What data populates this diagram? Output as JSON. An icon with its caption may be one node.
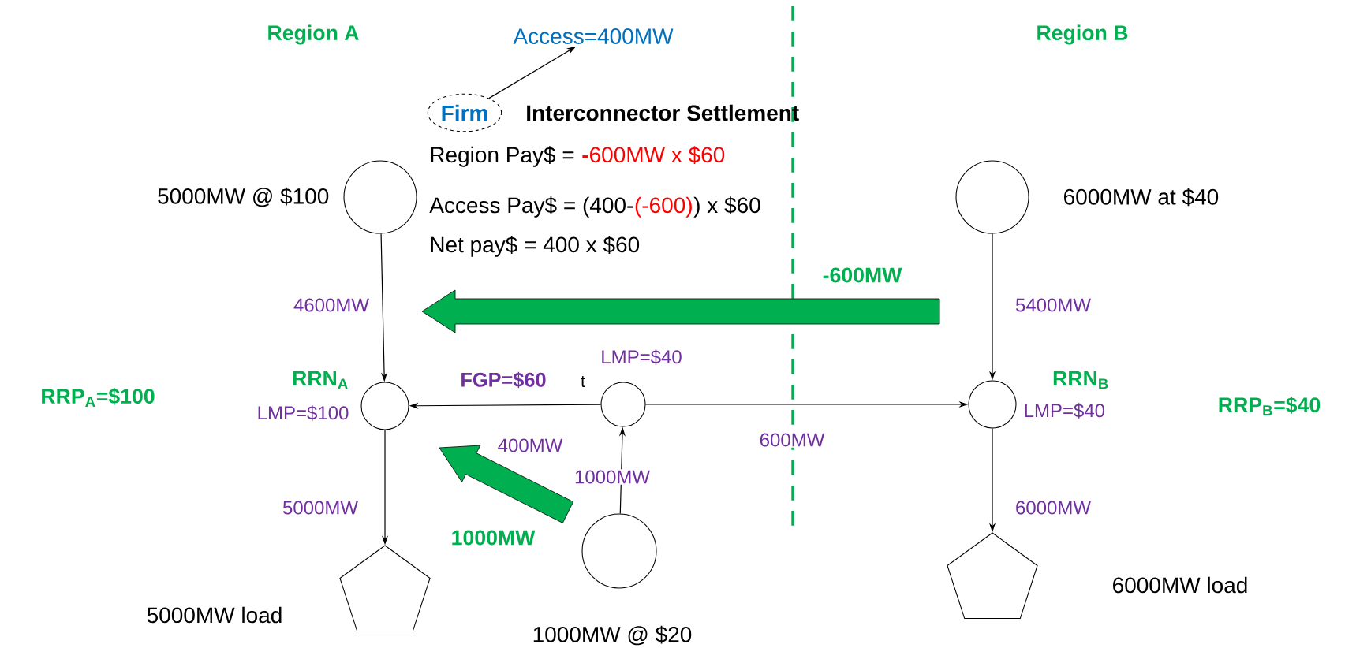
{
  "diagram": {
    "nodes": [
      {
        "text": [],
        "shape": "circle",
        "beside": [
          "5000MW @ $100"
        ]
      },
      {
        "text": [],
        "shape": "circle",
        "beside": [
          "6000MW at $40"
        ]
      },
      {
        "text": [],
        "shape": "circle",
        "beside": [
          "RRN$_{A}$",
          "LMP=$100"
        ]
      },
      {
        "text": [],
        "shape": "circle",
        "beside": [
          "LMP=$40"
        ]
      },
      {
        "text": [],
        "shape": "circle",
        "beside": [
          "RRN$_{B}$",
          "LMP=$40"
        ]
      },
      {
        "text": [],
        "shape": "circle",
        "beside": [
          "1000MW @ $20"
        ]
      },
      {
        "text": [],
        "shape": "pentagon",
        "beside": [
          "5000MW load"
        ]
      },
      {
        "text": [],
        "shape": "pentagon",
        "beside": [
          "6000MW load"
        ]
      },
      {
        "text": [
          "Firm"
        ]
      },
      {
        "text": [
          "Access=400MW"
        ]
      }
    ],
    "edges": [
      {
        "from": 0,
        "to": 2,
        "arrow": "to",
        "label": "4600MW"
      },
      {
        "from": 1,
        "to": 4,
        "arrow": "to",
        "label": "5400MW"
      },
      {
        "from": 3,
        "to": 2,
        "arrow": "to",
        "label": "400MW"
      },
      {
        "from": 3,
        "to": 4,
        "arrow": "to",
        "label": "600MW"
      },
      {
        "from": 5,
        "to": 3,
        "arrow": "to",
        "label": "1000MW"
      },
      {
        "from": 2,
        "to": 6,
        "arrow": "to",
        "label": "5000MW"
      },
      {
        "from": 4,
        "to": 7,
        "arrow": "to",
        "label": "6000MW"
      },
      {
        "from": 8,
        "to": 9,
        "arrow": "to"
      }
    ],
    "labels": [
      "Region A",
      "Region B",
      "Interconnector Settlement",
      "Region Pay$ =",
      "**-**600MW x $60",
      "Access Pay$ = (400-",
      "(-600)",
      ") x $60",
      "Net pay$ = 400 x $60",
      "RRP$_{A}$=$100",
      "FGP=$60",
      "t",
      "-600MW",
      "1000MW",
      "RRP$_{B}$=$40"
    ]
  }
}
